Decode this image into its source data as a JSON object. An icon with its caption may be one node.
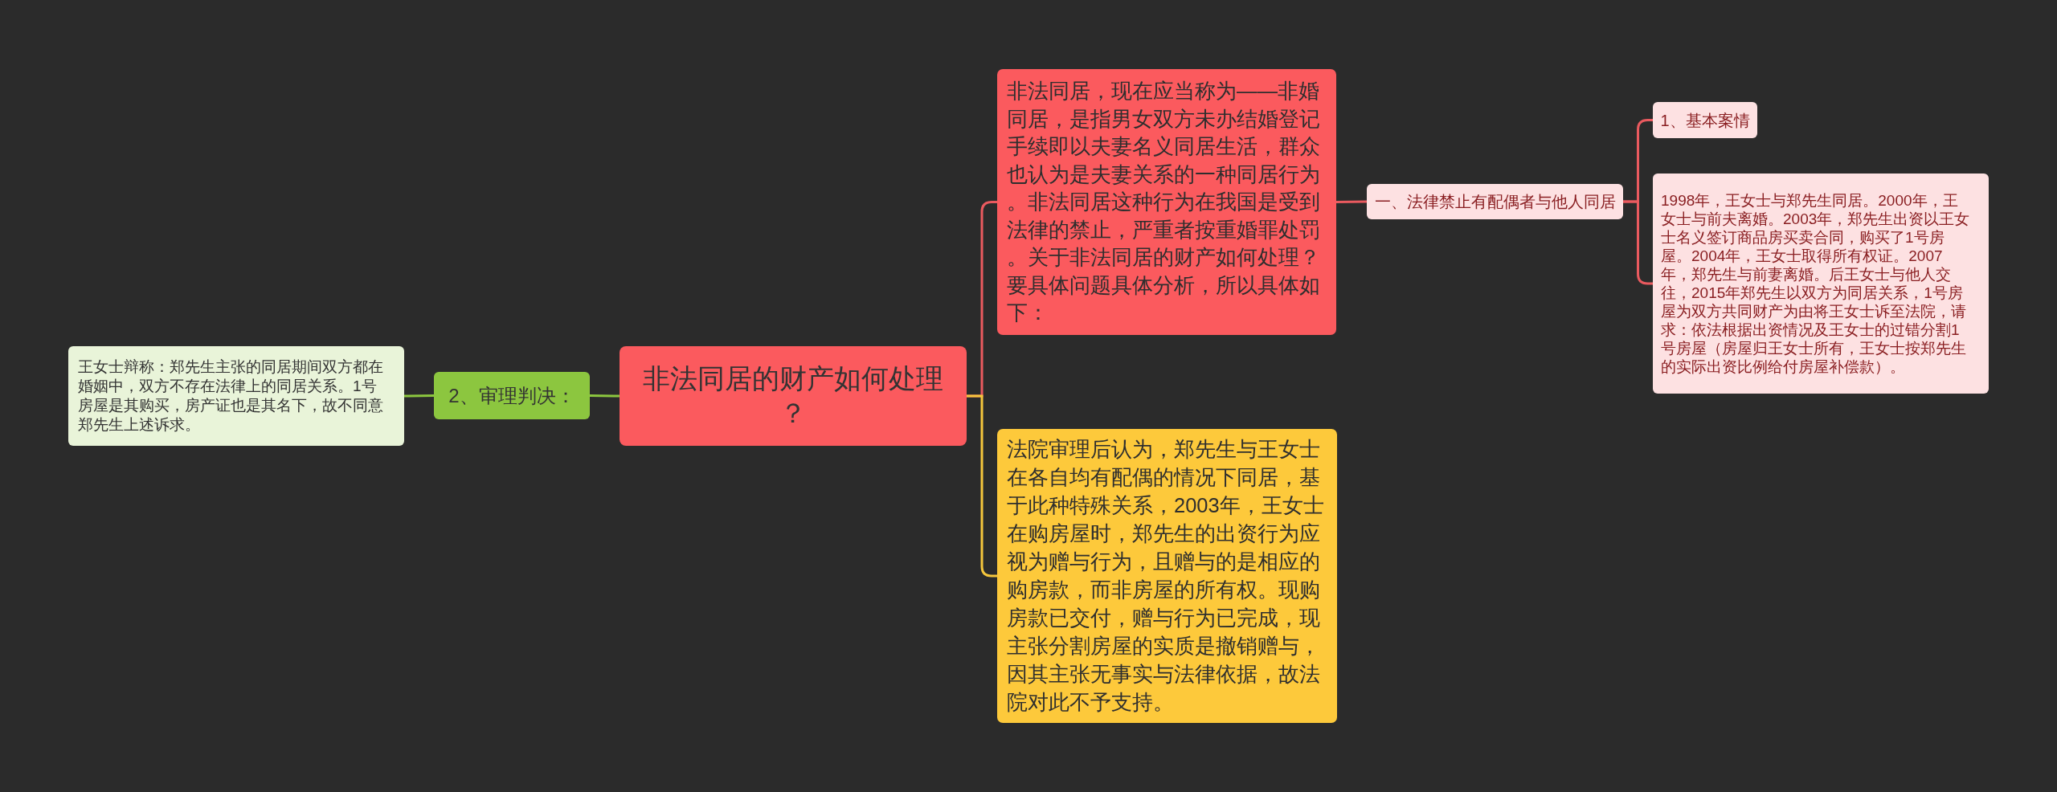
{
  "diagram": {
    "nodes": [
      {
        "text": [
          "非法同居的财产如何处理？"
        ]
      },
      {
        "text": [
          "非法同居，现在应当称为——非婚同居，是指男女双方未办结婚登记手续即以夫妻名义同居生活，群众也认为是夫妻关系的一种同居行为。非法同居这种行为在我国是受到法律的禁止，严重者按重婚罪处罚。关于非法同居的财产如何处理？要具体问题具体分析，所以具体如下："
        ]
      },
      {
        "text": [
          "一、法律禁止有配偶者与他人同居"
        ]
      },
      {
        "text": [
          "1、基本案情"
        ]
      },
      {
        "text": [
          "1998年，王女士与郑先生同居。2000年，王女士与前夫离婚。2003年，郑先生出资以王女士名义签订商品房买卖合同，购买了1号房屋。2004年，王女士取得所有权证。2007年，郑先生与前妻离婚。后王女士与他人交往，2015年郑先生以双方为同居关系，1号房屋为双方共同财产为由将王女士诉至法院，请求：依法根据出资情况及王女士的过错分割1号房屋（房屋归王女士所有，王女士按郑先生的实际出资比例给付房屋补偿款）。"
        ]
      },
      {
        "text": [
          "法院审理后认为，郑先生与王女士在各自均有配偶的情况下同居，基于此种特殊关系，2003年，王女士在购房屋时，郑先生的出资行为应视为赠与行为，且赠与的是相应的购房款，而非房屋的所有权。现购房款已交付，赠与行为已完成，现主张分割房屋的实质是撤销赠与，因其主张无事实与法律依据，故法院对此不予支持。"
        ]
      },
      {
        "text": [
          "2、审理判决："
        ]
      },
      {
        "text": [
          "王女士辩称：郑先生主张的同居期间双方都在婚姻中，双方不存在法律上的同居关系。1号房屋是其购买，房产证也是其名下，故不同意郑先生上述诉求。"
        ]
      }
    ],
    "edges": [
      {
        "from": 0,
        "to": 1,
        "arrow": "none"
      },
      {
        "from": 1,
        "to": 2,
        "arrow": "none"
      },
      {
        "from": 2,
        "to": 3,
        "arrow": "none"
      },
      {
        "from": 2,
        "to": 4,
        "arrow": "none"
      },
      {
        "from": 0,
        "to": 5,
        "arrow": "none",
        "color": "#f5c63c"
      },
      {
        "from": 0,
        "to": 6,
        "arrow": "none",
        "color": "#8cc63f"
      },
      {
        "from": 6,
        "to": 7,
        "arrow": "none",
        "color": "#8cc63f"
      }
    ]
  }
}
